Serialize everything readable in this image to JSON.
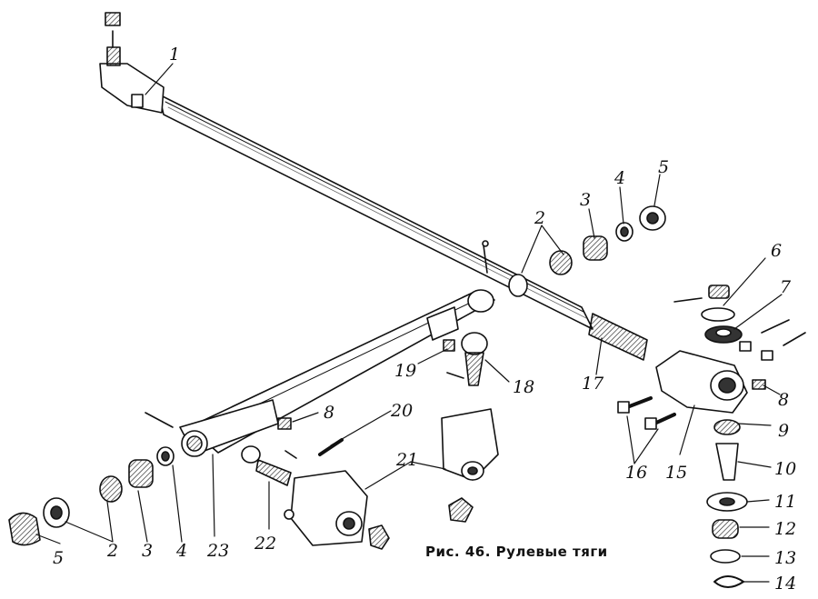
{
  "caption": "Рис. 46. Рулевые тяги",
  "labels": {
    "n1": "1",
    "n2a": "2",
    "n2b": "2",
    "n3a": "3",
    "n3b": "3",
    "n4a": "4",
    "n4b": "4",
    "n5a": "5",
    "n5b": "5",
    "n6": "6",
    "n7": "7",
    "n8a": "8",
    "n8b": "8",
    "n9": "9",
    "n10": "10",
    "n11": "11",
    "n12": "12",
    "n13": "13",
    "n14": "14",
    "n15": "15",
    "n16": "16",
    "n17": "17",
    "n18": "18",
    "n19": "19",
    "n20": "20",
    "n21": "21",
    "n22": "22",
    "n23": "23"
  },
  "colors": {
    "ink": "#111111",
    "paper": "#ffffff",
    "shade": "#555555"
  }
}
